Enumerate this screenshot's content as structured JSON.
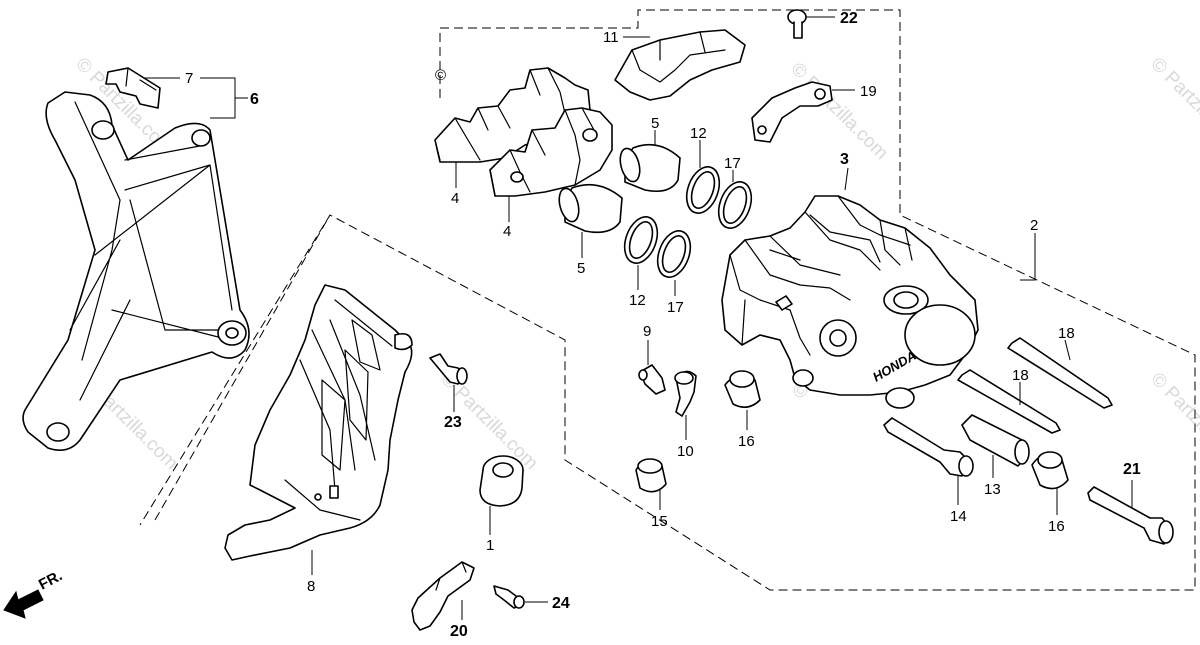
{
  "diagram": {
    "callouts": {
      "p1": "1",
      "p2": "2",
      "p3": "3",
      "p4a": "4",
      "p4b": "4",
      "p5a": "5",
      "p5b": "5",
      "p6": "6",
      "p7": "7",
      "p8": "8",
      "p9": "9",
      "p10": "10",
      "p11": "11",
      "p12a": "12",
      "p12b": "12",
      "p13": "13",
      "p14": "14",
      "p15": "15",
      "p16a": "16",
      "p16b": "16",
      "p17a": "17",
      "p17b": "17",
      "p18a": "18",
      "p18b": "18",
      "p19": "19",
      "p20": "20",
      "p21": "21",
      "p22": "22",
      "p23": "23",
      "p24": "24"
    },
    "front_label": "FR.",
    "watermark": "© Partzilla.com",
    "caliper_brand": "HONDA",
    "pad_marking": "©"
  },
  "colors": {
    "line": "#000000",
    "background": "#ffffff",
    "watermark": "#d9d9d9"
  }
}
